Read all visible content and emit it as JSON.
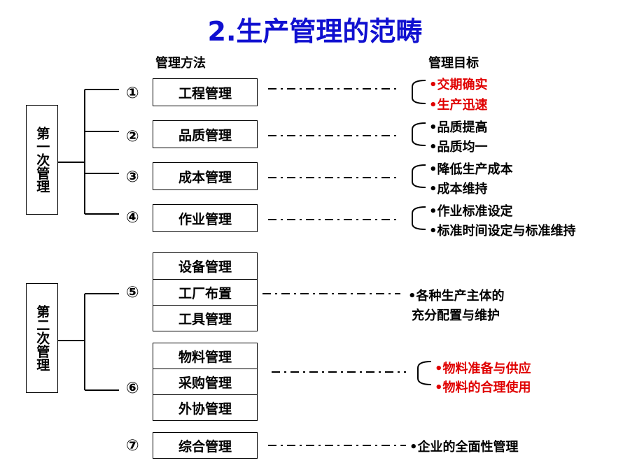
{
  "title": "2.生产管理的范畴",
  "headers": {
    "method": "管理方法",
    "goal": "管理目标"
  },
  "phases": {
    "first": "第一次管理",
    "second": "第二次管理"
  },
  "items": [
    {
      "num": "①",
      "boxes": [
        "工程管理"
      ],
      "goals": [
        "•交期确实",
        "•生产迅速"
      ],
      "goal_color": "red"
    },
    {
      "num": "②",
      "boxes": [
        "品质管理"
      ],
      "goals": [
        "•品质提高",
        "•品质均一"
      ],
      "goal_color": "black"
    },
    {
      "num": "③",
      "boxes": [
        "成本管理"
      ],
      "goals": [
        "•降低生产成本",
        "•成本维持"
      ],
      "goal_color": "black"
    },
    {
      "num": "④",
      "boxes": [
        "作业管理"
      ],
      "goals": [
        "•作业标准设定",
        "•标准时间设定与标准维持"
      ],
      "goal_color": "black"
    },
    {
      "num": "⑤",
      "boxes": [
        "设备管理",
        "工厂布置",
        "工具管理"
      ],
      "goals": [
        "•各种生产主体的",
        "充分配置与维护"
      ],
      "goal_color": "black"
    },
    {
      "num": "⑥",
      "boxes": [
        "物料管理",
        "采购管理",
        "外协管理"
      ],
      "goals": [
        "•物料准备与供应",
        "•物料的合理使用"
      ],
      "goal_color": "red"
    },
    {
      "num": "⑦",
      "boxes": [
        "综合管理"
      ],
      "goals": [
        "•企业的全面性管理"
      ],
      "goal_color": "black"
    }
  ],
  "colors": {
    "title": "#1010d0",
    "highlight": "#e00000",
    "line": "#000000"
  }
}
